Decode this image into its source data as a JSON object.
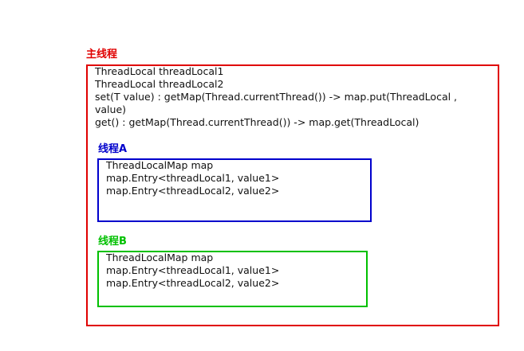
{
  "colors": {
    "main": "#e00000",
    "thread_a": "#0000cc",
    "thread_b": "#00c000"
  },
  "main_thread": {
    "title": "主线程",
    "lines": [
      "ThreadLocal threadLocal1",
      "ThreadLocal threadLocal2",
      "set(T value) : getMap(Thread.currentThread()) -> map.put(ThreadLocal , value)",
      "get() : getMap(Thread.currentThread()) -> map.get(ThreadLocal)"
    ]
  },
  "thread_a": {
    "title": "线程A",
    "lines": [
      "ThreadLocalMap  map",
      "map.Entry<threadLocal1, value1>",
      "map.Entry<threadLocal2, value2>"
    ]
  },
  "thread_b": {
    "title": "线程B",
    "lines": [
      "ThreadLocalMap  map",
      "map.Entry<threadLocal1, value1>",
      "map.Entry<threadLocal2, value2>"
    ]
  }
}
